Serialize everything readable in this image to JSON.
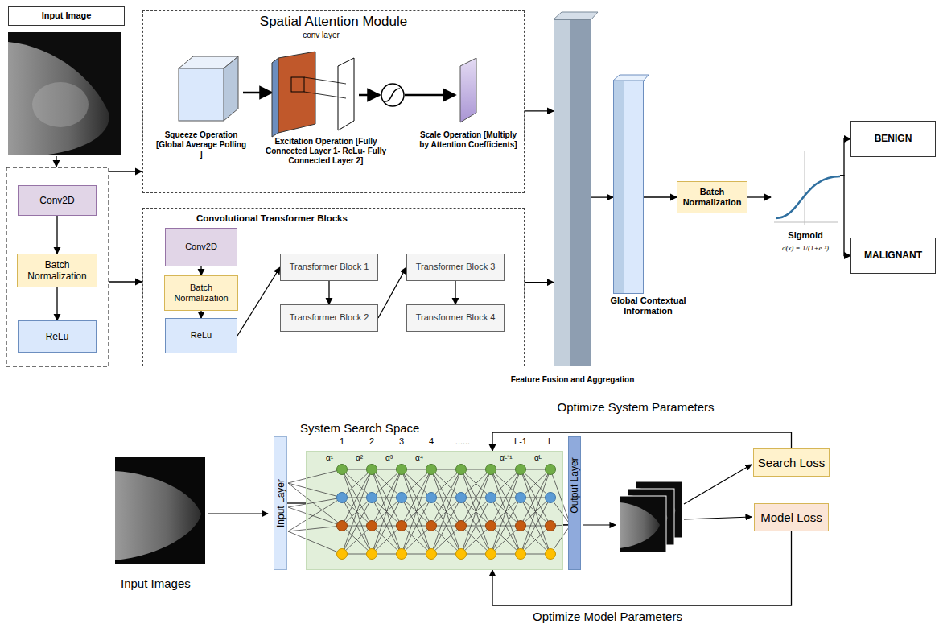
{
  "diagram": {
    "nodes": [
      {
        "text": [
          "Input Image"
        ]
      },
      {
        "text": [
          "Conv2D"
        ]
      },
      {
        "text": [
          "Batch Normalization"
        ]
      },
      {
        "text": [
          "ReLu"
        ]
      },
      {
        "text": [
          "Spatial Attention Module"
        ]
      },
      {
        "text": [
          "Convolutional Transformer Blocks"
        ]
      },
      {
        "text": [
          "Conv2D"
        ],
        "in": 5
      },
      {
        "text": [
          "Batch Normalization"
        ],
        "in": 5
      },
      {
        "text": [
          "ReLu"
        ],
        "in": 5
      },
      {
        "text": [
          "Transformer Block 1"
        ],
        "in": 5
      },
      {
        "text": [
          "Transformer Block 2"
        ],
        "in": 5
      },
      {
        "text": [
          "Transformer Block 3"
        ],
        "in": 5
      },
      {
        "text": [
          "Transformer Block 4"
        ],
        "in": 5
      },
      {
        "text": [
          "Feature Fusion and Aggregation"
        ]
      },
      {
        "text": [
          "Global Contextual Information"
        ]
      },
      {
        "text": [
          "Batch Normalization"
        ]
      },
      {
        "text": [
          "Sigmoid",
          "σ(x) = 1/(1+e⁻ˣ)"
        ]
      },
      {
        "text": [
          "BENIGN"
        ]
      },
      {
        "text": [
          "MALIGNANT"
        ]
      },
      {
        "text": [
          "Input Layer"
        ]
      },
      {
        "text": [
          "System Search Space"
        ]
      },
      {
        "text": [
          "Output Layer"
        ]
      },
      {
        "text": [
          "Search Loss"
        ]
      },
      {
        "text": [
          "Model Loss"
        ]
      }
    ],
    "edges": [
      {
        "from": 1,
        "to": 2,
        "arrow": "to"
      },
      {
        "from": 2,
        "to": 3,
        "arrow": "to"
      },
      {
        "from": 4,
        "to": 13,
        "arrow": "to"
      },
      {
        "from": 5,
        "to": 13,
        "arrow": "to"
      },
      {
        "from": 6,
        "to": 7,
        "arrow": "to"
      },
      {
        "from": 7,
        "to": 8,
        "arrow": "to"
      },
      {
        "from": 8,
        "to": 9,
        "arrow": "to"
      },
      {
        "from": 9,
        "to": 10,
        "arrow": "to"
      },
      {
        "from": 10,
        "to": 11,
        "arrow": "to"
      },
      {
        "from": 11,
        "to": 12,
        "arrow": "to"
      },
      {
        "from": 13,
        "to": 14,
        "arrow": "to"
      },
      {
        "from": 14,
        "to": 15,
        "arrow": "to"
      },
      {
        "from": 15,
        "to": 16,
        "arrow": "to"
      },
      {
        "from": 16,
        "to": 17,
        "arrow": "to"
      },
      {
        "from": 16,
        "to": 18,
        "arrow": "to"
      },
      {
        "from": 19,
        "to": 20,
        "arrow": "none"
      },
      {
        "from": 20,
        "to": 21,
        "arrow": "none"
      },
      {
        "from": 22,
        "to": 20,
        "label": "Optimize System Parameters",
        "arrow": "to"
      },
      {
        "from": 23,
        "to": 20,
        "label": "Optimize Model Parameters",
        "arrow": "to"
      }
    ],
    "labels": [
      "conv layer",
      "Squeeze Operation [Global Average Polling ]",
      "Excitation Operation [Fully Connected Layer 1- ReLu- Fully Connected Layer 2]",
      "Scale Operation [Multiply by Attention Coefficients]",
      "Input Images",
      "1",
      "2",
      "3",
      "4",
      "......",
      "L-1",
      "L",
      "α¹",
      "α²",
      "α³",
      "α⁴",
      "αᴸ⁻¹",
      "αᴸ"
    ]
  }
}
